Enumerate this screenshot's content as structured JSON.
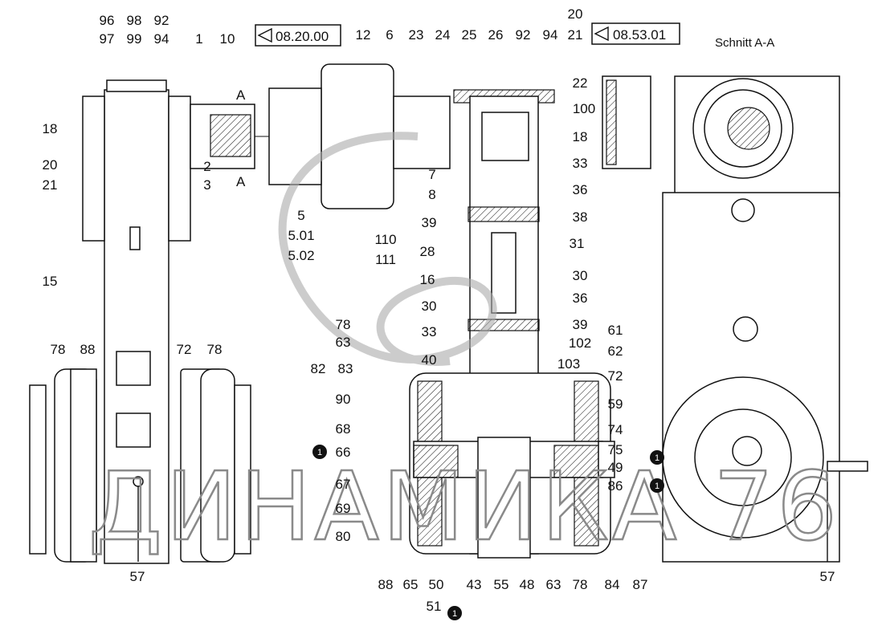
{
  "section_title": "Schnitt A-A",
  "section_marker": "A",
  "ref_boxes": [
    "08.20.00",
    "08.53.01"
  ],
  "watermark": "ДИНАМИКА 76",
  "labels": [
    "96",
    "98",
    "92",
    "97",
    "99",
    "94",
    "1",
    "10",
    "18",
    "20",
    "21",
    "2",
    "3",
    "5",
    "5.01",
    "5.02",
    "110",
    "111",
    "15",
    "78",
    "88",
    "72",
    "78",
    "57",
    "12",
    "6",
    "23",
    "24",
    "25",
    "26",
    "92",
    "94",
    "20",
    "21",
    "22",
    "100",
    "18",
    "7",
    "8",
    "33",
    "36",
    "38",
    "39",
    "31",
    "28",
    "30",
    "16",
    "36",
    "30",
    "39",
    "33",
    "40",
    "78",
    "63",
    "102",
    "61",
    "62",
    "82",
    "83",
    "103",
    "72",
    "90",
    "59",
    "68",
    "74",
    "66",
    "75",
    "49",
    "67",
    "86",
    "69",
    "80",
    "88",
    "65",
    "50",
    "43",
    "55",
    "48",
    "63",
    "78",
    "84",
    "87",
    "51",
    "57"
  ],
  "callout_markers": [
    "1",
    "1",
    "1",
    "1"
  ]
}
